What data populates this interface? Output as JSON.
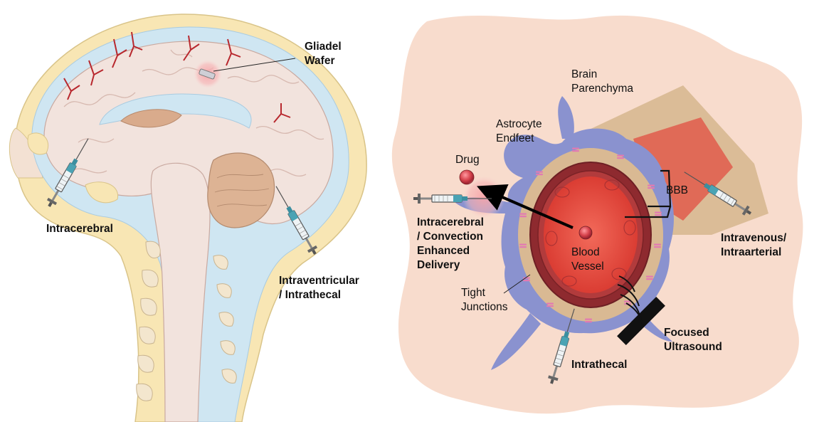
{
  "colors": {
    "skull": "#f8e6b4",
    "csf": "#cfe6f2",
    "brain": "#f2e3dd",
    "tissue": "#f8dccd",
    "vessel_wall": "#8e2a2f",
    "vessel_lumen": "#e94b3f",
    "endfeet": "#8a92cf",
    "junction": "#e27ab2",
    "parenchyma": "#d9b993",
    "bbb_region": "#e06a57",
    "drug": "#d8454e",
    "needle": "#4aa3b4"
  },
  "left_panel": {
    "labels": {
      "gliadel": [
        "Gliadel",
        "Wafer"
      ],
      "intracerebral": [
        "Intracerebral"
      ],
      "intraventricular": [
        "Intraventricular",
        "/ Intrathecal"
      ]
    },
    "icons": [
      "syringe-icon",
      "syringe-icon",
      "gliadel-wafer-icon"
    ]
  },
  "right_panel": {
    "labels": {
      "parenchyma": [
        "Brain",
        "Parenchyma"
      ],
      "astrocyte": [
        "Astrocyte",
        "Endfeet"
      ],
      "drug": [
        "Drug"
      ],
      "bbb": [
        "BBB"
      ],
      "blood_vessel": [
        "Blood",
        "Vessel"
      ],
      "ced": [
        "Intracerebral",
        "/ Convection",
        "Enhanced",
        "Delivery"
      ],
      "tight_junctions": [
        "Tight",
        "Junctions"
      ],
      "intravenous": [
        "Intravenous/",
        "Intraarterial"
      ],
      "intrathecal": [
        "Intrathecal"
      ],
      "ultrasound": [
        "Focused",
        "Ultrasound"
      ]
    },
    "icons": [
      "syringe-icon",
      "syringe-icon",
      "syringe-icon",
      "drug-particle-icon",
      "ultrasound-transducer-icon",
      "arrow-icon"
    ]
  }
}
